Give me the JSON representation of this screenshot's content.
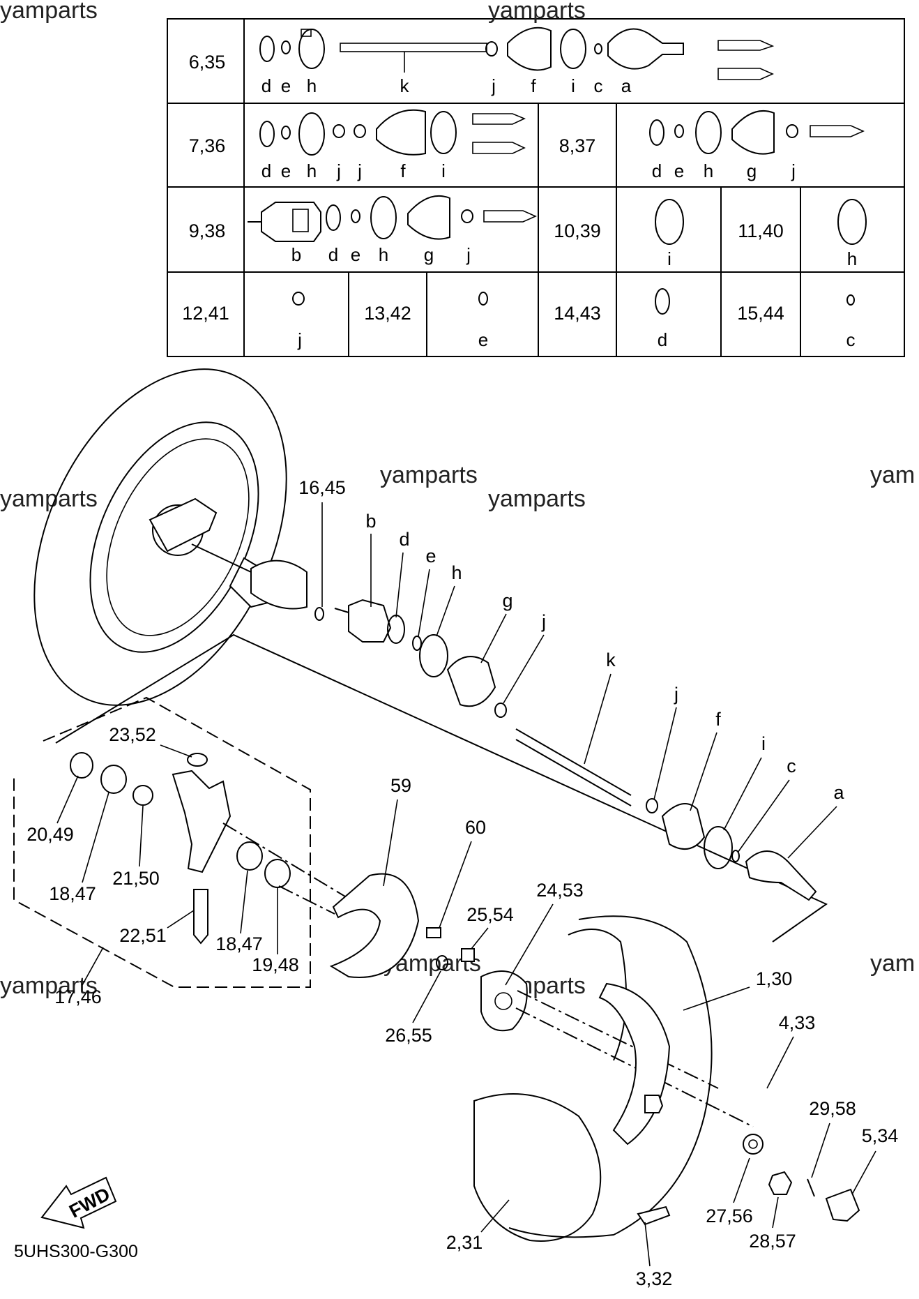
{
  "watermark": "yamparts",
  "watermark_partial": "yam",
  "diagram_code": "5UHS300-G300",
  "fwd_label": "FWD",
  "table": {
    "row1": {
      "ref": "6,35",
      "letters": [
        "d",
        "e",
        "h",
        "k",
        "j",
        "f",
        "i",
        "c",
        "a"
      ]
    },
    "row2": {
      "ref_left": "7,36",
      "letters_left": [
        "d",
        "e",
        "h",
        "j",
        "j",
        "f",
        "i"
      ],
      "ref_right": "8,37",
      "letters_right": [
        "d",
        "e",
        "h",
        "g",
        "j"
      ]
    },
    "row3": {
      "ref_left": "9,38",
      "letters_left": [
        "b",
        "d",
        "e",
        "h",
        "g",
        "j"
      ],
      "ref_mid": "10,39",
      "letter_mid": "i",
      "ref_right": "11,40",
      "letter_right": "h"
    },
    "row4": {
      "cells": [
        {
          "ref": "12,41",
          "letter": "j"
        },
        {
          "ref": "13,42",
          "letter": "e"
        },
        {
          "ref": "14,43",
          "letter": "d"
        },
        {
          "ref": "15,44",
          "letter": "c"
        }
      ]
    }
  },
  "callouts": {
    "c1645": "16,45",
    "b": "b",
    "d": "d",
    "e": "e",
    "h": "h",
    "g": "g",
    "j1": "j",
    "k": "k",
    "j2": "j",
    "f": "f",
    "i": "i",
    "c": "c",
    "a": "a",
    "c2352": "23,52",
    "c2049": "20,49",
    "c1847a": "18,47",
    "c2150": "21,50",
    "c2251": "22,51",
    "c1847b": "18,47",
    "c1948": "19,48",
    "c1746": "17,46",
    "c59": "59",
    "c60": "60",
    "c2554": "25,54",
    "c2453": "24,53",
    "c2655": "26,55",
    "c130": "1,30",
    "c433": "4,33",
    "c2958": "29,58",
    "c534": "5,34",
    "c2756": "27,56",
    "c2857": "28,57",
    "c231": "2,31",
    "c332": "3,32"
  }
}
